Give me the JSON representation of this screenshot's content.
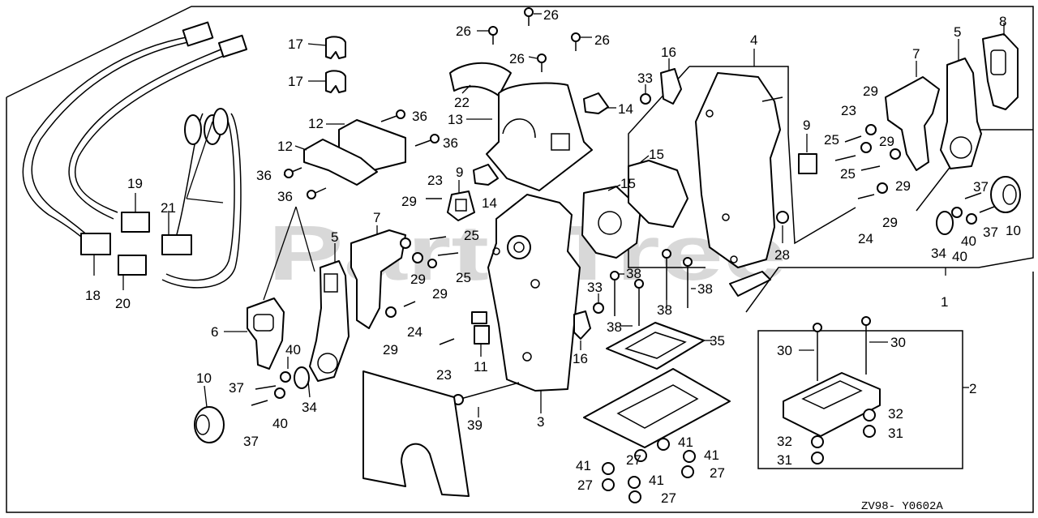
{
  "watermark": "PartsTree",
  "diagram_code": "ZV98- Y0602A",
  "labels": {
    "p1": "1",
    "p2": "2",
    "p3": "3",
    "p4": "4",
    "p5a": "5",
    "p5b": "5",
    "p6": "6",
    "p7a": "7",
    "p7b": "7",
    "p8": "8",
    "p9a": "9",
    "p9b": "9",
    "p10a": "10",
    "p10b": "10",
    "p11": "11",
    "p12a": "12",
    "p12b": "12",
    "p13": "13",
    "p14a": "14",
    "p14b": "14",
    "p15a": "15",
    "p15b": "15",
    "p16a": "16",
    "p16b": "16",
    "p17a": "17",
    "p17b": "17",
    "p18": "18",
    "p19": "19",
    "p20": "20",
    "p21": "21",
    "p22": "22",
    "p23a": "23",
    "p23b": "23",
    "p23c": "23",
    "p24a": "24",
    "p24b": "24",
    "p25a": "25",
    "p25b": "25",
    "p25c": "25",
    "p25d": "25",
    "p26a": "26",
    "p26b": "26",
    "p26c": "26",
    "p26d": "26",
    "p27a": "27",
    "p27b": "27",
    "p27c": "27",
    "p27d": "27",
    "p28": "28",
    "p29a": "29",
    "p29b": "29",
    "p29c": "29",
    "p29d": "29",
    "p29e": "29",
    "p29f": "29",
    "p29g": "29",
    "p30a": "30",
    "p30b": "30",
    "p31a": "31",
    "p31b": "31",
    "p32a": "32",
    "p32b": "32",
    "p33a": "33",
    "p33b": "33",
    "p34a": "34",
    "p34b": "34",
    "p35": "35",
    "p36a": "36",
    "p36b": "36",
    "p36c": "36",
    "p36d": "36",
    "p37a": "37",
    "p37b": "37",
    "p37c": "37",
    "p37d": "37",
    "p38a": "38",
    "p38b": "38",
    "p38c": "38",
    "p38d": "38",
    "p39": "39",
    "p40a": "40",
    "p40b": "40",
    "p40c": "40",
    "p40d": "40",
    "p41a": "41",
    "p41b": "41",
    "p41c": "41",
    "p41d": "41"
  }
}
